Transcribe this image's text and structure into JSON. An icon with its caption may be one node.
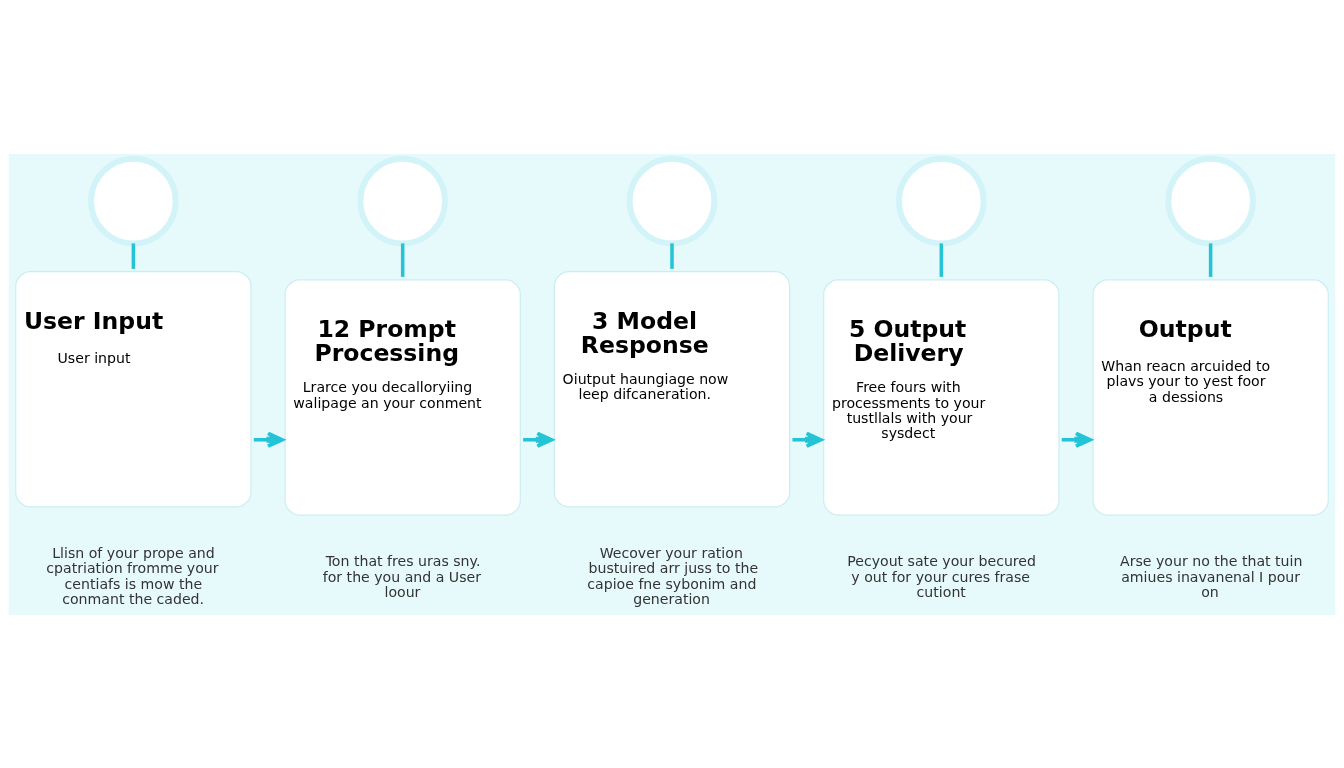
{
  "diagram": {
    "nodes": [
      {
        "text": [],
        "shape": "circle"
      },
      {
        "text": [],
        "shape": "circle"
      },
      {
        "text": [],
        "shape": "circle"
      },
      {
        "text": [],
        "shape": "circle"
      },
      {
        "text": [],
        "shape": "circle"
      },
      {
        "text": [
          "User Input",
          "User input"
        ],
        "beside": [
          "Llisn of your prope and cpatriation fromme your centiafs is mow the conmant the caded."
        ]
      },
      {
        "text": [
          "12 Prompt Processing",
          "Lrarce you decalloryiing walipage an your conment"
        ],
        "beside": [
          "Ton that fres uras sny. for the you and a User loour"
        ]
      },
      {
        "text": [
          "3 Model Response",
          "Oiutput haungiage now leep difcaneration."
        ],
        "beside": [
          "Wecover your ration bustuired arr juss to the capioe fne sybonim and generation"
        ]
      },
      {
        "text": [
          "5 Output Delivery",
          "Free fours with processments to your tustllals with your sysdect"
        ],
        "beside": [
          "Pecyout sate your becured y out for your cures frase cutiont"
        ]
      },
      {
        "text": [
          "Output",
          "Whan reacn arcuided to plavs your to yest foor a dessions"
        ],
        "beside": [
          "Arse your no the that tuin amiues inavanenal I pour on"
        ]
      }
    ],
    "edges": [
      {
        "from": 0,
        "to": 5,
        "arrow": "none"
      },
      {
        "from": 1,
        "to": 6,
        "arrow": "none"
      },
      {
        "from": 2,
        "to": 7,
        "arrow": "none"
      },
      {
        "from": 3,
        "to": 8,
        "arrow": "none"
      },
      {
        "from": 4,
        "to": 9,
        "arrow": "none"
      },
      {
        "from": 5,
        "to": 6,
        "arrow": "to"
      },
      {
        "from": 6,
        "to": 7,
        "arrow": "to"
      },
      {
        "from": 7,
        "to": 8,
        "arrow": "to"
      },
      {
        "from": 8,
        "to": 9,
        "arrow": "to"
      }
    ]
  }
}
